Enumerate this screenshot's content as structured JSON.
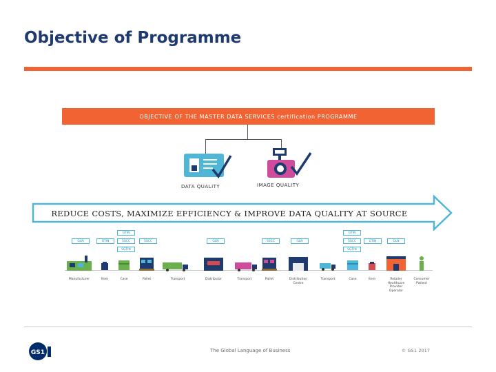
{
  "title": "Objective of Programme",
  "objective": "OBJECTIVE OF THE MASTER DATA SERVICES certification PROGRAMME",
  "qualities": {
    "data": "DATA QUALITY",
    "image": "IMAGE QUALITY"
  },
  "banner": "REDUCE COSTS,  MAXIMIZE EFFICIENCY & IMPROVE DATA QUALITY AT SOURCE",
  "tags": {
    "gln": "GLN",
    "gtin": "GTIN",
    "sscc": "SSCC",
    "sgtin": "SGTIN"
  },
  "chain": {
    "manufacturer": "Manufacturer",
    "item": "Item",
    "case": "Case",
    "pallet": "Pallet",
    "transport": "Transport",
    "distributor": "Distributor",
    "transport2": "Transport",
    "pallet2": "Pallet",
    "distribution_centre": "Distribution Centre",
    "transport3": "Transport",
    "case2": "Case",
    "item2": "Item",
    "retailer": "Retailer Healthcare Provider Operator",
    "consumer": "Consumer Patient"
  },
  "footer": {
    "tagline": "The Global Language of Business",
    "copyright": "© GS1 2017",
    "logo_text": "GS1"
  },
  "colors": {
    "title": "#1f3a6e",
    "accent": "#f26334",
    "arrow": "#4fb6d8",
    "gs1_blue": "#002c6c"
  }
}
